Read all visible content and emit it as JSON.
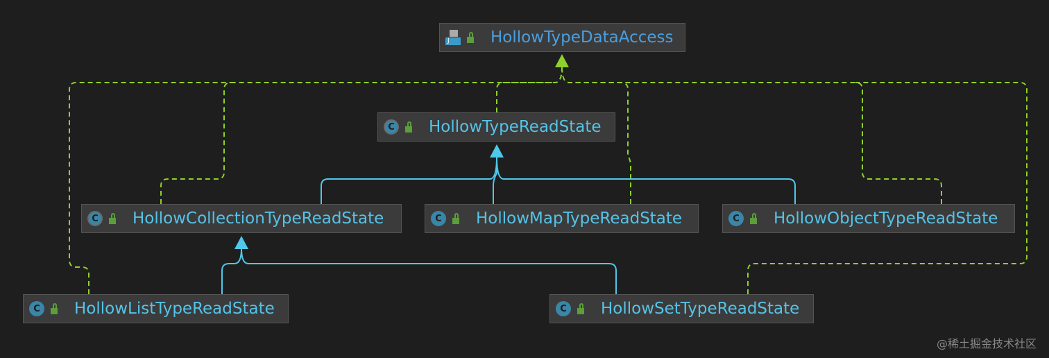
{
  "nodes": {
    "data_access": {
      "label": "HollowTypeDataAccess",
      "kind": "interface",
      "icon_letter": "J"
    },
    "type_read_state": {
      "label": "HollowTypeReadState",
      "kind": "abstract-class",
      "icon_letter": "C"
    },
    "collection": {
      "label": "HollowCollectionTypeReadState",
      "kind": "abstract-class",
      "icon_letter": "C"
    },
    "map": {
      "label": "HollowMapTypeReadState",
      "kind": "class",
      "icon_letter": "C"
    },
    "object": {
      "label": "HollowObjectTypeReadState",
      "kind": "class",
      "icon_letter": "C"
    },
    "list": {
      "label": "HollowListTypeReadState",
      "kind": "class",
      "icon_letter": "C"
    },
    "set": {
      "label": "HollowSetTypeReadState",
      "kind": "class",
      "icon_letter": "C"
    }
  },
  "colors": {
    "implements": "#8fd12a",
    "extends": "#4fc8ea",
    "interface_text": "#4a9fe0",
    "class_text": "#55c3e8",
    "background": "#1e1e1e",
    "node_fill": "#3b3b3b"
  },
  "watermark": "@稀土掘金技术社区"
}
